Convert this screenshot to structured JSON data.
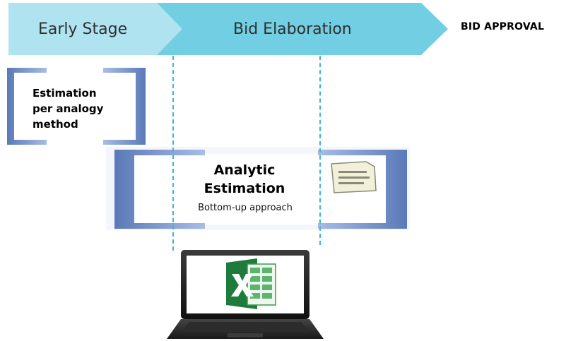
{
  "phases": [
    {
      "label": "Early Stage"
    },
    {
      "label": "Bid Elaboration"
    },
    {
      "label": "BID APPROVAL"
    }
  ],
  "analogy_box": {
    "title": "Estimation\nper analogy\nmethod"
  },
  "analytic_box": {
    "title": "Analytic\nEstimation",
    "subtitle": "Bottom-up approach"
  },
  "icons": [
    "document-icon",
    "laptop-icon",
    "excel-icon"
  ],
  "colors": {
    "early_stage_arrow": "#aee3ef",
    "bid_elaboration_arrow": "#72cfe3",
    "bracket_blue": "#6f8fc8",
    "dashed_line": "#3fb6d4"
  }
}
